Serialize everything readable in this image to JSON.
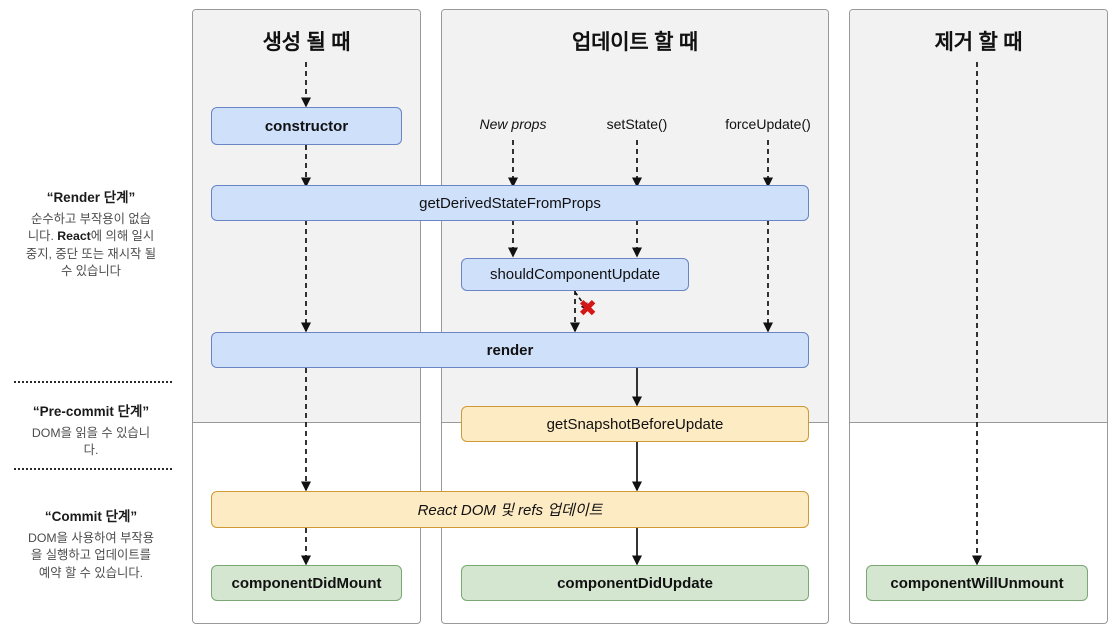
{
  "diagram": {
    "title": "React Component Lifecycle",
    "colors": {
      "render_phase_bg": "#f2f2f2",
      "blue_fill": "#cfe0fb",
      "blue_stroke": "#6a85c4",
      "yellow_fill": "#fdebc4",
      "yellow_stroke": "#cf9a35",
      "green_fill": "#d4e6d0",
      "green_stroke": "#7aa873",
      "x_mark": "#d41616"
    }
  },
  "columns": [
    {
      "key": "mounting",
      "title": "생성 될 때"
    },
    {
      "key": "updating",
      "title": "업데이트 할 때"
    },
    {
      "key": "unmounting",
      "title": "제거 할 때"
    }
  ],
  "phases": [
    {
      "key": "render",
      "title": "“Render 단계”",
      "desc_1": "순수하고 부작용이 없습",
      "desc_2": "니다. ",
      "desc_bold": "React",
      "desc_3": "에 의해 일시",
      "desc_4": "중지, 중단 또는 재시작 될",
      "desc_5": "수 있습니다"
    },
    {
      "key": "pre-commit",
      "title": "“Pre-commit 단계”",
      "desc_1": "DOM을 읽을 수 있습니",
      "desc_2": "다."
    },
    {
      "key": "commit",
      "title": "“Commit 단계”",
      "desc_1": "DOM을 사용하여 부작용",
      "desc_2": "을 실행하고 업데이트를",
      "desc_3": "예약 할 수 있습니다."
    }
  ],
  "triggers": [
    {
      "key": "new-props",
      "label": "New props",
      "style": "italic"
    },
    {
      "key": "set-state",
      "label": "setState()",
      "style": "normal"
    },
    {
      "key": "force-update",
      "label": "forceUpdate()",
      "style": "normal"
    }
  ],
  "nodes": [
    {
      "key": "constructor",
      "label": "constructor",
      "color": "blue",
      "weight": "bold"
    },
    {
      "key": "get-derived-state-from-props",
      "label": "getDerivedStateFromProps",
      "color": "blue",
      "weight": "normal"
    },
    {
      "key": "should-component-update",
      "label": "shouldComponentUpdate",
      "color": "blue",
      "weight": "normal"
    },
    {
      "key": "render",
      "label": "render",
      "color": "blue",
      "weight": "bold"
    },
    {
      "key": "get-snapshot-before-update",
      "label": "getSnapshotBeforeUpdate",
      "color": "yellow",
      "weight": "normal"
    },
    {
      "key": "react-dom-refs-update",
      "label": "React DOM 및 refs 업데이트",
      "color": "yellow",
      "weight": "italic"
    },
    {
      "key": "component-did-mount",
      "label": "componentDidMount",
      "color": "green",
      "weight": "bold"
    },
    {
      "key": "component-did-update",
      "label": "componentDidUpdate",
      "color": "green",
      "weight": "bold"
    },
    {
      "key": "component-will-unmount",
      "label": "componentWillUnmount",
      "color": "green",
      "weight": "bold"
    }
  ],
  "annotations": [
    {
      "key": "abort-x",
      "symbol": "✖",
      "meaning": "shouldComponentUpdate returns false — render is skipped"
    }
  ]
}
